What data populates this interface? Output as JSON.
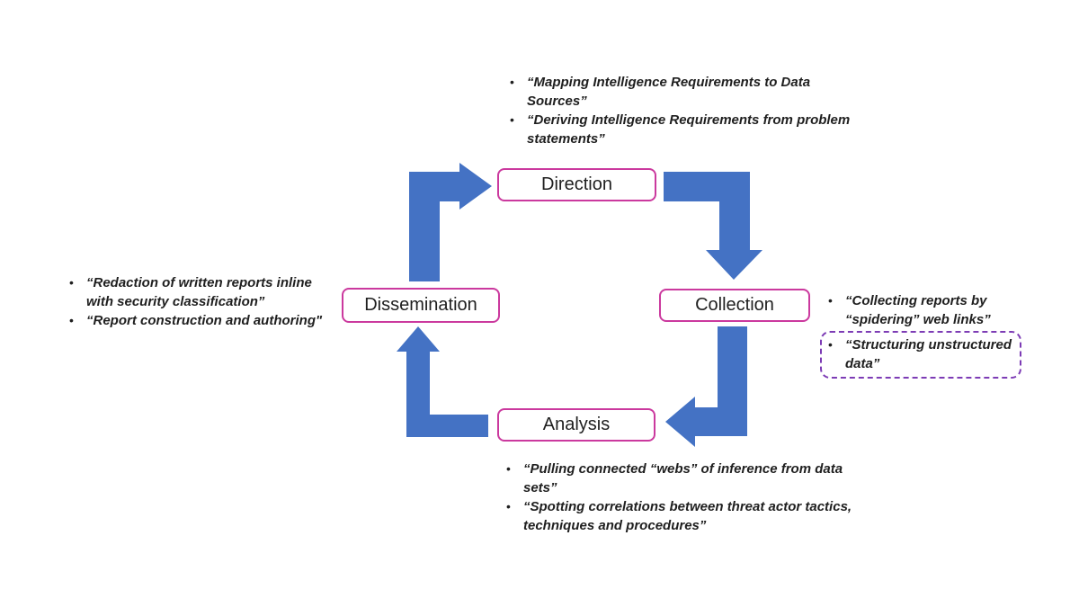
{
  "canvas": {
    "background": "#FFFFFF"
  },
  "colors": {
    "arrow": "#4472C4",
    "stage_border": "#CB399E",
    "highlight_border": "#7D3CB5",
    "text": "#1F1F1F"
  },
  "bullet_char": "•",
  "cycle_order": [
    "Direction",
    "Collection",
    "Analysis",
    "Dissemination"
  ],
  "stages": {
    "direction": {
      "label": "Direction"
    },
    "collection": {
      "label": "Collection"
    },
    "analysis": {
      "label": "Analysis"
    },
    "dissemination": {
      "label": "Dissemination"
    }
  },
  "notes": {
    "direction": {
      "items": [
        "“Mapping Intelligence Requirements to Data\nSources”",
        "“Deriving Intelligence Requirements from problem\nstatements”"
      ]
    },
    "collection": {
      "items": [
        "“Collecting reports by\n“spidering” web links”",
        "“Structuring unstructured\ndata”"
      ]
    },
    "analysis": {
      "items": [
        "“Pulling connected “webs” of inference from data\nsets”",
        "“Spotting correlations between threat actor tactics,\ntechniques and procedures”"
      ]
    },
    "dissemination": {
      "items": [
        "“Redaction of written reports inline\nwith security classification”",
        "“Report construction and authoring\""
      ]
    }
  }
}
